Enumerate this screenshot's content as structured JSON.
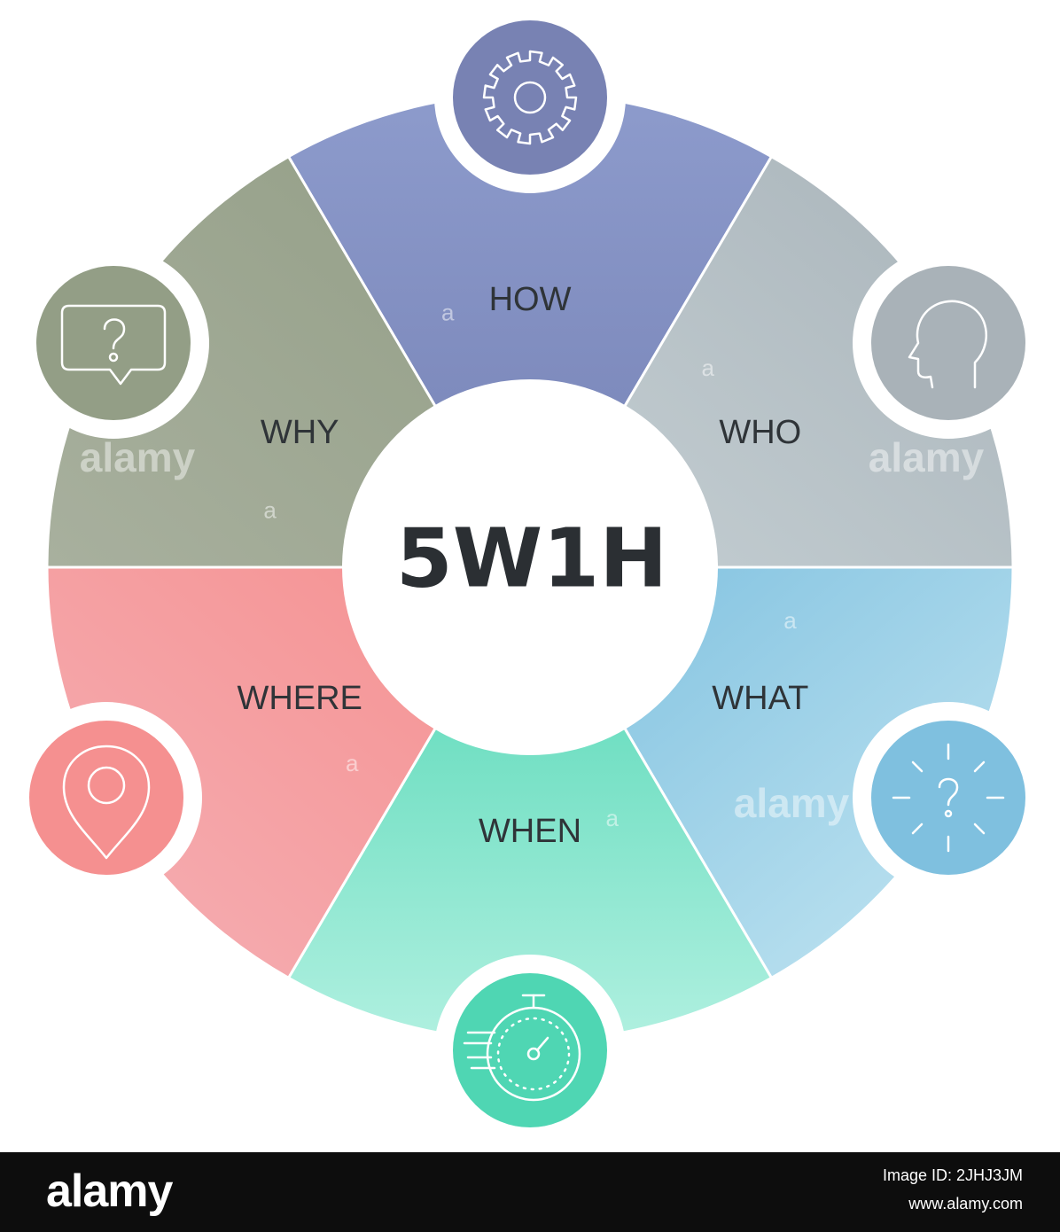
{
  "diagram": {
    "title": "5W1H",
    "segments": [
      {
        "label": "HOW",
        "icon": "gear-icon",
        "colors": [
          "#8d9bcc",
          "#7682b5"
        ],
        "icon_color": "#7882b3"
      },
      {
        "label": "WHO",
        "icon": "head-profile-icon",
        "colors": [
          "#a9b4ba",
          "#c5cfd3"
        ],
        "icon_color": "#a9b2b8"
      },
      {
        "label": "WHAT",
        "icon": "idea-question-icon",
        "colors": [
          "#7ec0df",
          "#c4e6f2"
        ],
        "icon_color": "#7fc0df"
      },
      {
        "label": "WHEN",
        "icon": "stopwatch-icon",
        "colors": [
          "#4fd6b3",
          "#b0f0e0"
        ],
        "icon_color": "#4fd6b3"
      },
      {
        "label": "WHERE",
        "icon": "location-pin-icon",
        "colors": [
          "#f59090",
          "#f5b0b5"
        ],
        "icon_color": "#f59090"
      },
      {
        "label": "WHY",
        "icon": "chat-question-icon",
        "colors": [
          "#a8b09e",
          "#939e86"
        ],
        "icon_color": "#939e86"
      }
    ]
  },
  "watermark": {
    "text": "alamy",
    "mark": "a"
  },
  "footer": {
    "logo": "alamy",
    "image_id": "Image ID: 2JHJ3JM",
    "url": "www.alamy.com"
  }
}
